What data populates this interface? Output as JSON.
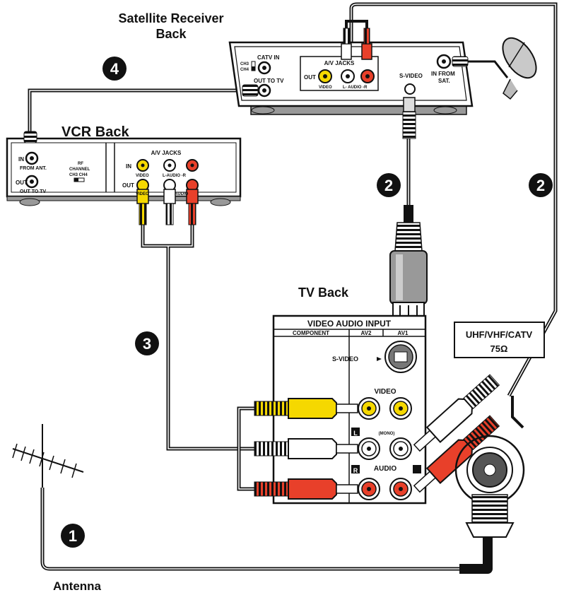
{
  "titles": {
    "satellite_line1": "Satellite Receiver",
    "satellite_line2": "Back",
    "vcr": "VCR Back",
    "tv": "TV Back",
    "antenna": "Antenna"
  },
  "steps": {
    "one": "1",
    "two_left": "2",
    "two_right": "2",
    "three": "3",
    "four": "4"
  },
  "satellite": {
    "ch3": "CH3",
    "ch4": "CH4",
    "catv_in": "CATV IN",
    "out_to_tv": "OUT TO TV",
    "av_jacks": "A/V JACKS",
    "out": "OUT",
    "video": "VIDEO",
    "l_audio_r": "L- AUDIO -R",
    "s_video": "S-VIDEO",
    "in_from": "IN FROM",
    "sat": "SAT."
  },
  "vcr": {
    "in": "IN",
    "from_ant": "FROM ANT.",
    "out": "OUT",
    "out_to_tv": "OUT TO TV",
    "rf": "RF",
    "channel": "CHANNEL",
    "ch3_ch4": "CH3  CH4",
    "av_jacks": "A/V JACKS",
    "av_in": "IN",
    "video": "VIDEO",
    "l_audio_r": "L-AUDIO -R",
    "av_out": "OUT",
    "video2": "VIDEO",
    "audio": "AUDIO"
  },
  "tv": {
    "video_audio_input": "VIDEO AUDIO INPUT",
    "component": "COMPONENT",
    "av2": "AV2",
    "av1": "AV1",
    "s_video": "S-VIDEO",
    "video": "VIDEO",
    "l": "L",
    "mono": "(MONO)",
    "r": "R",
    "audio": "AUDIO",
    "uhf": "UHF/VHF/CATV",
    "ohm": "75Ω"
  },
  "colors": {
    "yellow": "#f5d800",
    "red": "#e8402a",
    "white": "#ffffff",
    "ink": "#111111",
    "gray": "#8f8f8f"
  }
}
